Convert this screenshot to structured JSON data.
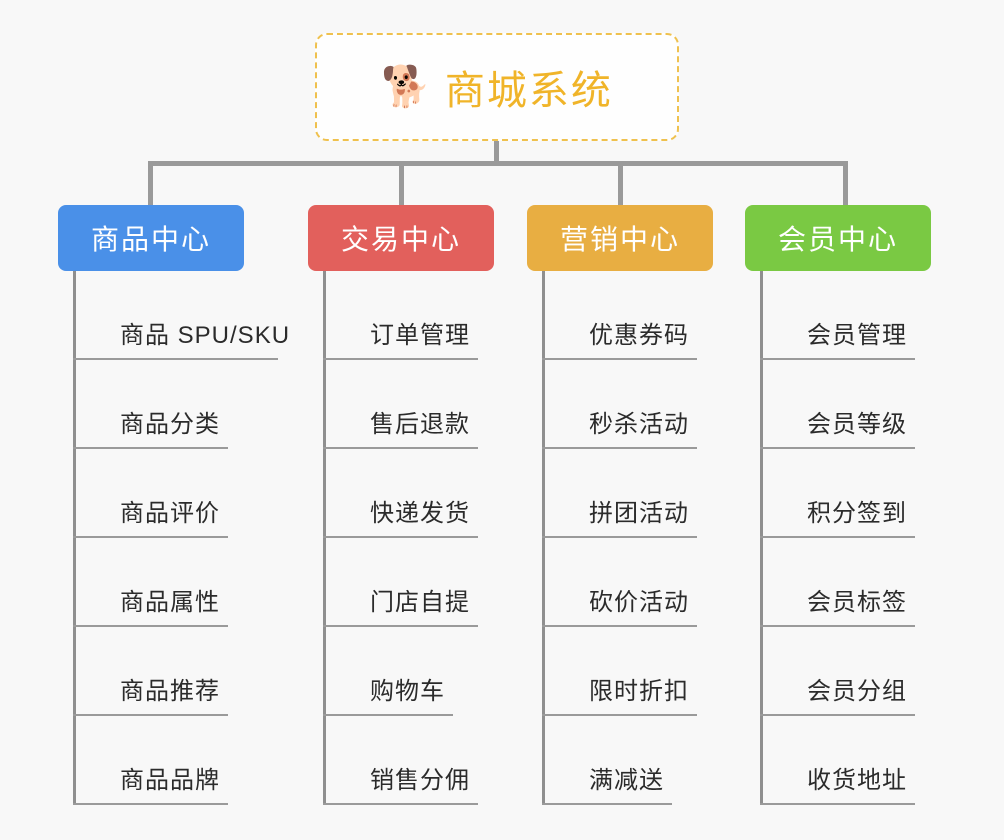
{
  "background_color": "#f8f8f8",
  "root": {
    "icon": "shiba-dog-face",
    "icon_glyph": "🐕",
    "title": "商城系统",
    "title_color": "#f0b429",
    "border_color": "#efc14e"
  },
  "columns": [
    {
      "title": "商品中心",
      "color": "#4a90e8",
      "items": [
        "商品 SPU/SKU",
        "商品分类",
        "商品评价",
        "商品属性",
        "商品推荐",
        "商品品牌"
      ],
      "rule_widths": [
        205,
        155,
        155,
        155,
        155,
        155
      ]
    },
    {
      "title": "交易中心",
      "color": "#e2605c",
      "items": [
        "订单管理",
        "售后退款",
        "快递发货",
        "门店自提",
        "购物车",
        "销售分佣"
      ],
      "rule_widths": [
        155,
        155,
        155,
        155,
        130,
        155
      ]
    },
    {
      "title": "营销中心",
      "color": "#e8ae42",
      "items": [
        "优惠券码",
        "秒杀活动",
        "拼团活动",
        "砍价活动",
        "限时折扣",
        "满减送"
      ],
      "rule_widths": [
        155,
        155,
        155,
        155,
        155,
        130
      ]
    },
    {
      "title": "会员中心",
      "color": "#7ac943",
      "items": [
        "会员管理",
        "会员等级",
        "积分签到",
        "会员标签",
        "会员分组",
        "收货地址"
      ],
      "rule_widths": [
        155,
        155,
        155,
        155,
        155,
        155
      ]
    }
  ]
}
